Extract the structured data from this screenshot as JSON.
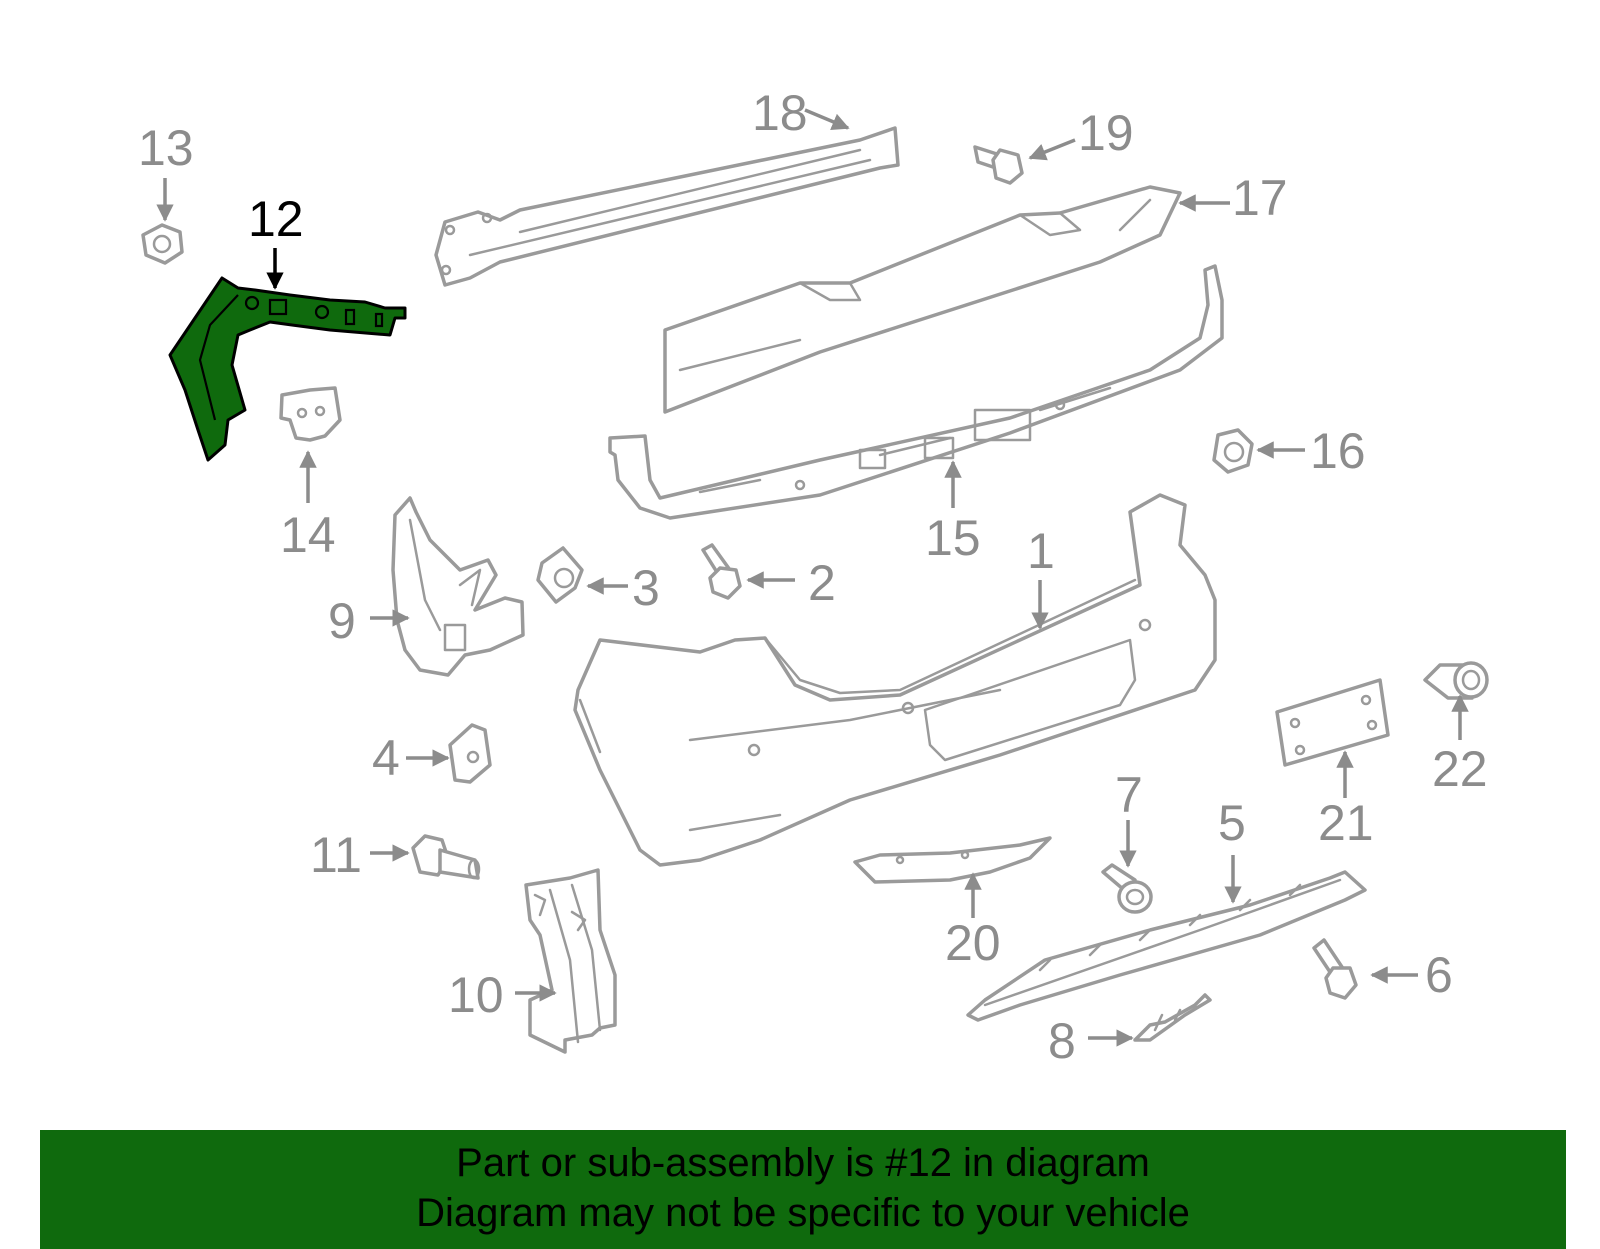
{
  "diagram": {
    "highlighted_part": "12",
    "highlight_color": "#0f6a0d",
    "part_outline_color": "#9a9a9a",
    "callouts": {
      "c1": "1",
      "c2": "2",
      "c3": "3",
      "c4": "4",
      "c5": "5",
      "c6": "6",
      "c7": "7",
      "c8": "8",
      "c9": "9",
      "c10": "10",
      "c11": "11",
      "c12": "12",
      "c13": "13",
      "c14": "14",
      "c15": "15",
      "c16": "16",
      "c17": "17",
      "c18": "18",
      "c19": "19",
      "c20": "20",
      "c21": "21",
      "c22": "22"
    }
  },
  "banner": {
    "background": "#0f6a0d",
    "line1": "Part or sub-assembly is #12 in diagram",
    "line2": "Diagram may not be specific to your vehicle"
  }
}
